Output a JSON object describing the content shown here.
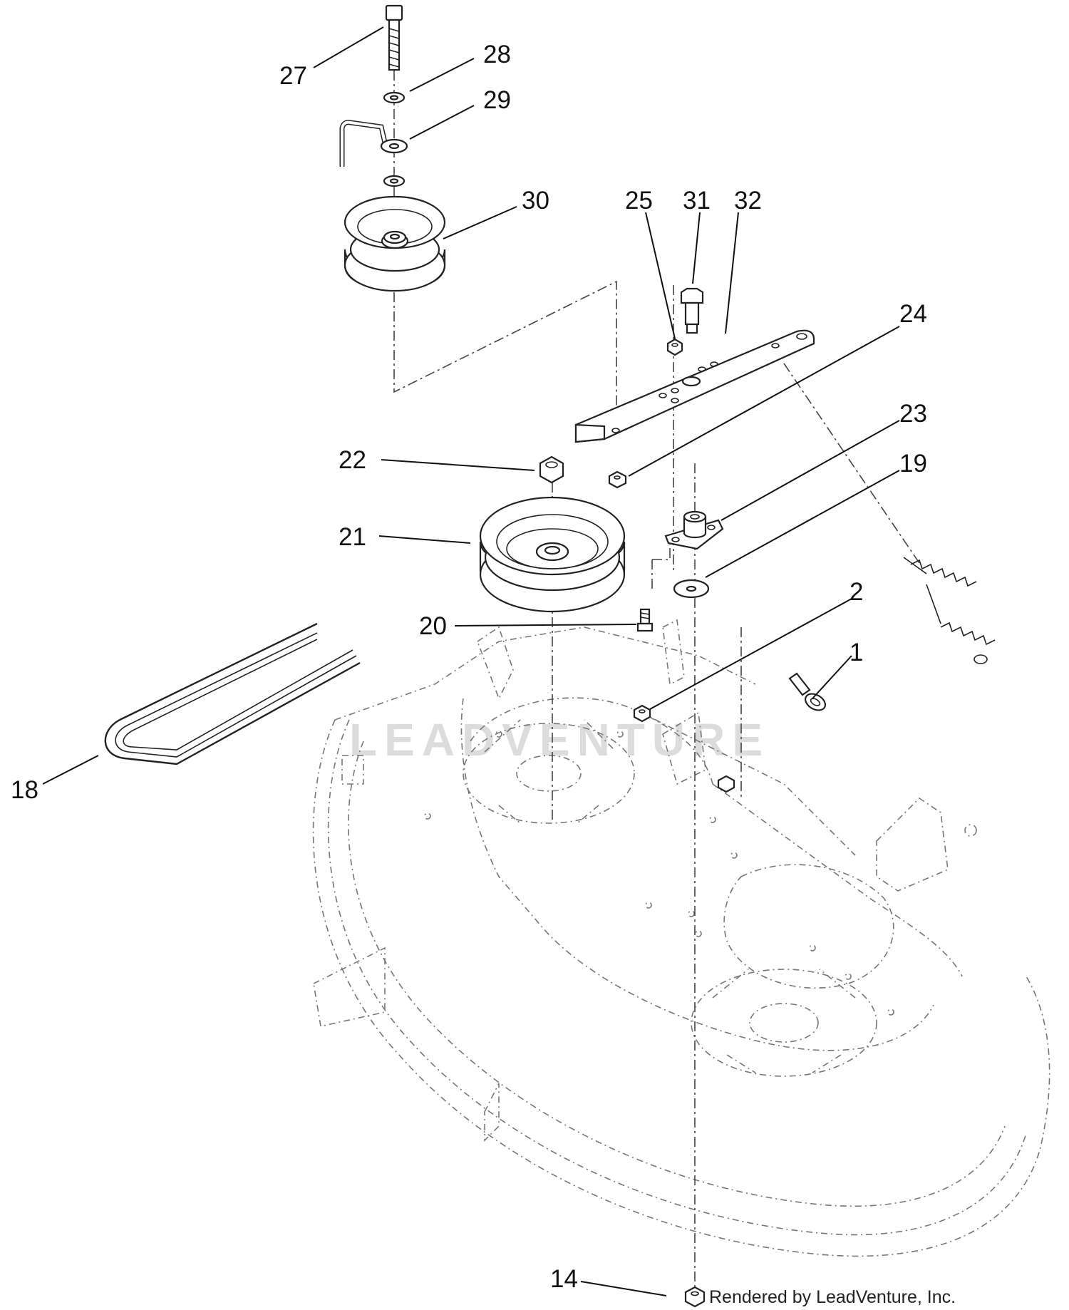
{
  "callouts": [
    {
      "id": "c27",
      "label": "27"
    },
    {
      "id": "c28",
      "label": "28"
    },
    {
      "id": "c29",
      "label": "29"
    },
    {
      "id": "c30",
      "label": "30"
    },
    {
      "id": "c25",
      "label": "25"
    },
    {
      "id": "c31",
      "label": "31"
    },
    {
      "id": "c32",
      "label": "32"
    },
    {
      "id": "c24",
      "label": "24"
    },
    {
      "id": "c23",
      "label": "23"
    },
    {
      "id": "c22",
      "label": "22"
    },
    {
      "id": "c19",
      "label": "19"
    },
    {
      "id": "c21",
      "label": "21"
    },
    {
      "id": "c2",
      "label": "2"
    },
    {
      "id": "c20",
      "label": "20"
    },
    {
      "id": "c1",
      "label": "1"
    },
    {
      "id": "c18",
      "label": "18"
    },
    {
      "id": "c14",
      "label": "14"
    }
  ],
  "credit": "Rendered by LeadVenture, Inc.",
  "watermark": "LEADVENTURE",
  "colors": {
    "line": "#222222",
    "watermark": "#dcdcdc",
    "background": "#ffffff"
  }
}
